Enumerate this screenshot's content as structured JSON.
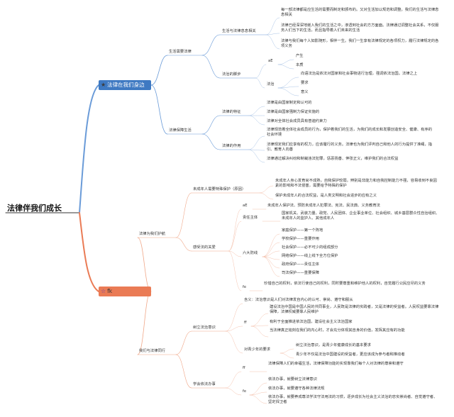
{
  "root": "法律伴我们成长",
  "branch1": {
    "title": "法律在我们身边",
    "life": {
      "title": "生活需要法律",
      "rel": {
        "title": "生活与法律息息相关",
        "items": [
          "每一部法律都是应生活的需要而制定和颁布的。又对生活加以规范和调整。我们的生活与法律息息相关",
          "法律已经深深地嵌入我们的生活之中，渗透到社会的方方面面。法律通过调整社会关系，不仅服务人们当下的生活，而且指导着人们未来的生活",
          "法律与我们每个人如影随形，相伴一生。我们一生享有法律规定的各项权力，履行法律规定的各项义务"
        ]
      },
      "step": {
        "title": "法治的脚步",
        "sub": "aE",
        "items": [
          "产生",
          "本质"
        ],
        "rule": {
          "title": "法治",
          "items": [
            "向语法治是依法对国家和社会事物进行治理，强调依法治国。法律之上",
            "要求",
            "意义"
          ]
        }
      }
    },
    "guard": {
      "title": "法律保障生活",
      "feat": {
        "title": "法律的特征",
        "items": [
          "法律是由国家制定和认可的",
          "法律是由国家强制力保证实施的",
          "法律对全体社会成员具有普遍约束力"
        ]
      },
      "role": {
        "title": "法律的作用",
        "items": [
          "法律规范着全体社会成员的行为，保护着我们的生活，为我们的成长和发展创造安全、健康、有序的社会环境",
          "法律规定我们应享有的权力，应该履行的义务。法律也为我们评判自己和他人的行为提供了准绳，指引、教育人向善",
          "法律通过解决纠纷和制裁违法犯罪，惩恶扬善、伸张正义，维护我们的合法权益"
        ]
      }
    }
  },
  "branch2": {
    "title": "fk",
    "protect": {
      "title": "法律为我们护航",
      "minor": {
        "title": "未成年人需要特殊保护（原因）",
        "items": [
          "未成年人身心发育尚不成熟，自我保护较弱，辨别是非能力和自我控制能力不强，容易收到不良因素的影响和不法侵害，需要给予特殊的保护",
          "保护未成年人的合法权益，是人类文明和社会进步的应有之义"
        ]
      },
      "care": {
        "title": "感受法的关爱",
        "ae": {
          "title": "aE",
          "item": "未成年人保护法、预防未成年人犯罪法、宪法、民法典、义务教育法"
        },
        "subject": {
          "title": "责任主体",
          "item": "国家机关、武装力量、政党、人民团体、企业事业单位、社会组织、城乡基层群众性自治组织、未成年人的监护人、其他成年人"
        },
        "six": {
          "title": "六大防线",
          "items": [
            "家庭保护——第一个阵地",
            "学校保护——重要作用",
            "社会保护——必不可少的组成部分",
            "网络保护——线上线下全方位保护",
            "政府保护——责任主体",
            "司法保护——重要保障"
          ]
        },
        "fe": {
          "title": "fe",
          "item": "珍惜自己的权利，依法行使自己的权利，同时要尊重和维护他人的权利，自觉履行公民应尽的义务"
        }
      }
    },
    "walk": {
      "title": "我们与法律同行",
      "aware": {
        "title": "树立法治意识",
        "meaning": "含义：法治意识是人们对法律发自内心的认可、崇尚、遵守和服从",
        "ff": {
          "title": "ff",
          "items": [
            "建设法治中国是中国人民的共同事业，人民既是法律的实践者，又是法律的受益者。人民权益要靠法律保障，法律权威要靠人民维护",
            "有利于全面推进依法治国，建设社会主义法治国家",
            "当法律真正铭刻在我们的内心时，才会充分体现其自身的价值，发挥其应有的功能"
          ]
        },
        "teen": {
          "title": "对青少年的要求",
          "items": [
            "树立法治意识，是青少年健康成长的基本要求",
            "青少年不仅是法治中国建设的受益者，更应该成为参与者和推动者"
          ]
        }
      },
      "learn": {
        "title": "学会依法办事",
        "ff": {
          "title": "ff",
          "item": "法律保障人们的幸福生活，法律保障功能的实现靠我们每个人对法律的尊崇和遵守"
        },
        "fe": {
          "title": "fe",
          "items": [
            "依法办事，就要树立法律意识",
            "依法办事，就要遵守各种法律法规",
            "依法办事，就要养成尊法学法守法用法的习惯，逐步成长为社会主义法治的忠实崇尚者、自觉遵守者、坚定捍卫者"
          ]
        }
      }
    }
  },
  "colors": {
    "blue": "#3e79c2",
    "orange": "#ea7b55",
    "blueLine": "#6a9bd8",
    "orangeLine": "#f0a788",
    "blueLeaf": "#a8c3e6",
    "orangeLeaf": "#f5c2ad"
  }
}
